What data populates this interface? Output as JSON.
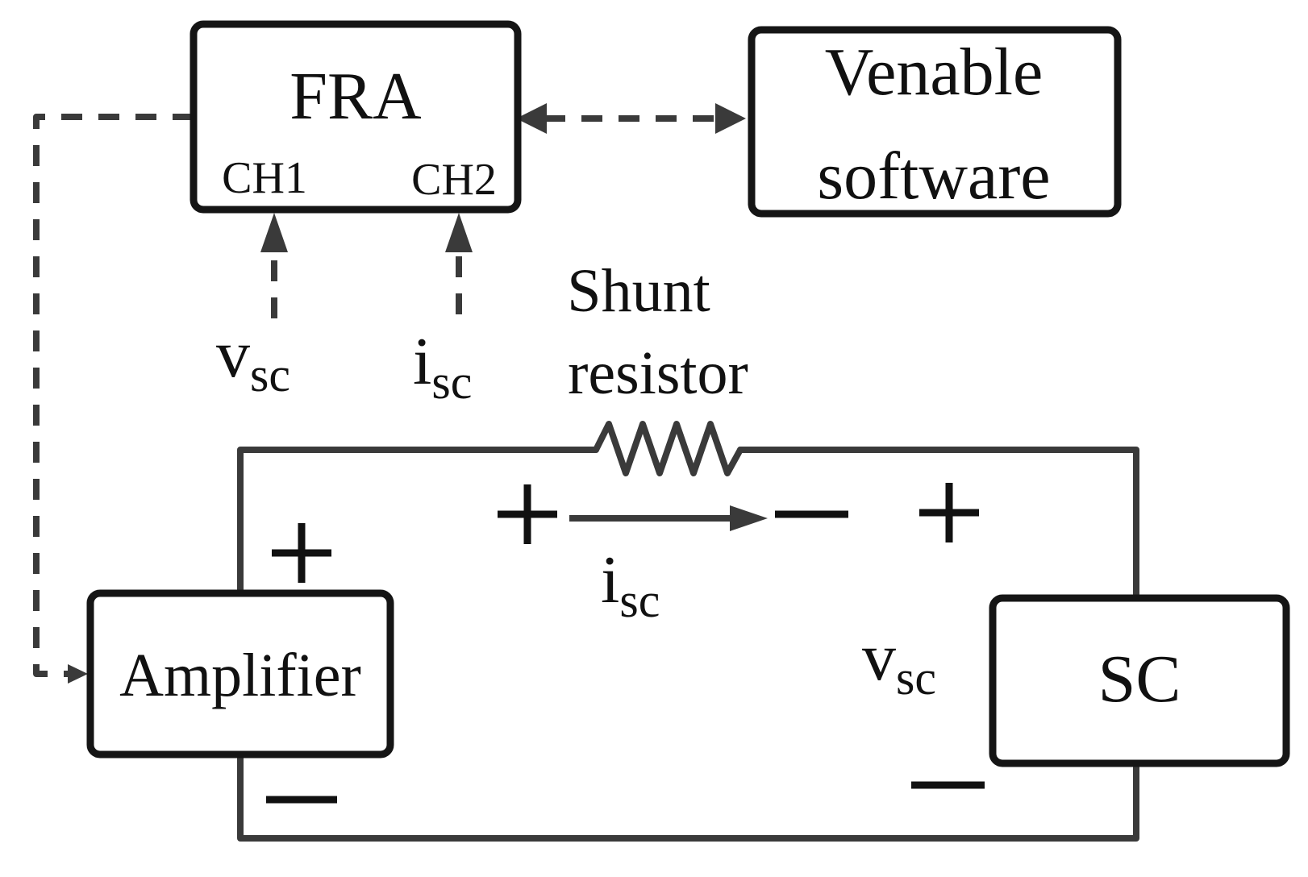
{
  "blocks": {
    "fra": {
      "label": "FRA",
      "ch1": "CH1",
      "ch2": "CH2"
    },
    "venable": {
      "line1": "Venable",
      "line2": "software"
    },
    "amplifier": {
      "label": "Amplifier"
    },
    "sc": {
      "label": "SC"
    }
  },
  "labels": {
    "vsc_probe": {
      "main": "v",
      "sub": "sc"
    },
    "isc_probe": {
      "main": "i",
      "sub": "sc"
    },
    "shunt": {
      "line1": "Shunt",
      "line2": "resistor"
    },
    "isc_current": {
      "main": "i",
      "sub": "sc"
    },
    "vsc_sc": {
      "main": "v",
      "sub": "sc"
    }
  },
  "colors": {
    "wire": "#3a3a3a",
    "box_stroke": "#151515",
    "text": "#111111"
  }
}
